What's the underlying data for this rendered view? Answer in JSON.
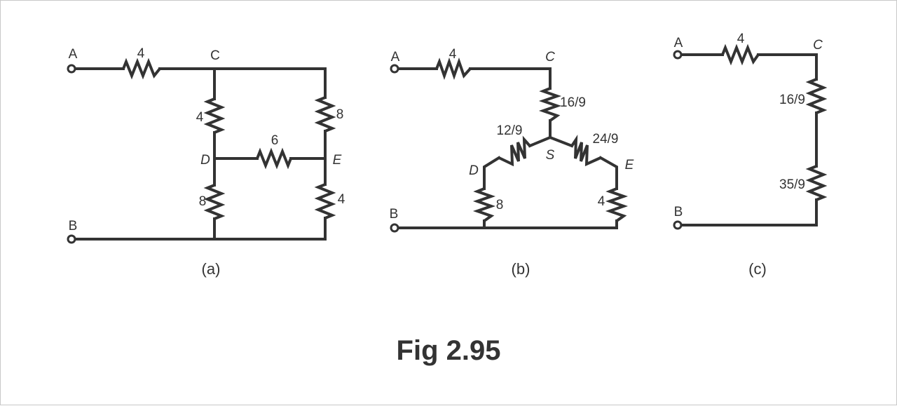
{
  "figure_title": "Fig 2.95",
  "colors": {
    "ink": "#333333",
    "background": "#ffffff",
    "border": "#c8c8c8"
  },
  "circuit_a": {
    "caption": "(a)",
    "nodes": {
      "a": "A",
      "b": "B",
      "c": "C",
      "d": "D",
      "e": "E"
    },
    "resistors": {
      "ac": "4",
      "cd": "4",
      "db": "8",
      "de": "6",
      "ce": "8",
      "eb": "4"
    }
  },
  "circuit_b": {
    "caption": "(b)",
    "nodes": {
      "a": "A",
      "b": "B",
      "c": "C",
      "d": "D",
      "e": "E",
      "s": "S"
    },
    "resistors": {
      "ac": "4",
      "cs": "16/9",
      "sd": "12/9",
      "se": "24/9",
      "db": "8",
      "eb": "4"
    }
  },
  "circuit_c": {
    "caption": "(c)",
    "nodes": {
      "a": "A",
      "b": "B",
      "c": "C"
    },
    "resistors": {
      "ac": "4",
      "c_top": "16/9",
      "c_bottom": "35/9"
    }
  }
}
